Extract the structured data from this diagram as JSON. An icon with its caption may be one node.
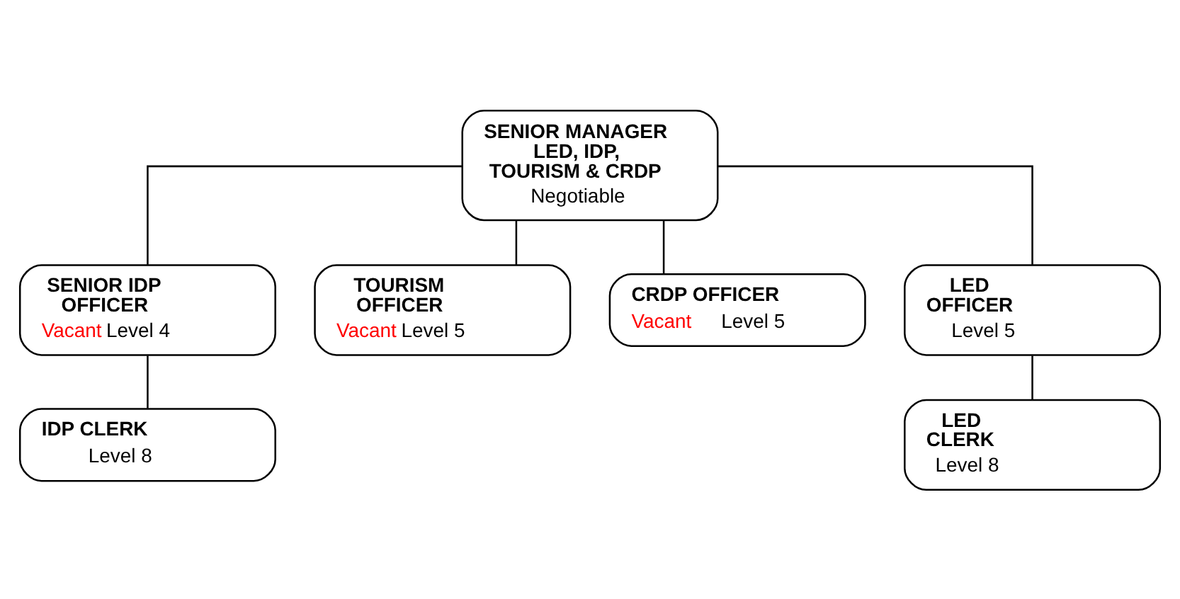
{
  "diagram": {
    "nodes": [
      {
        "text": [
          "SENIOR MANAGER LED, IDP, TOURISM & CRDP",
          "Negotiable"
        ]
      },
      {
        "text": [
          "SENIOR IDP OFFICER",
          "Vacant",
          "Level 4"
        ]
      },
      {
        "text": [
          "TOURISM OFFICER",
          "Vacant",
          "Level 5"
        ]
      },
      {
        "text": [
          "CRDP OFFICER",
          "Vacant",
          "Level 5"
        ]
      },
      {
        "text": [
          "LED OFFICER",
          "Level 5"
        ]
      },
      {
        "text": [
          "IDP CLERK",
          "Level 8"
        ]
      },
      {
        "text": [
          "LED CLERK",
          "Level 8"
        ]
      }
    ],
    "edges": [
      {
        "from": 0,
        "to": 1,
        "arrow": "none"
      },
      {
        "from": 0,
        "to": 2,
        "arrow": "none"
      },
      {
        "from": 0,
        "to": 3,
        "arrow": "none"
      },
      {
        "from": 0,
        "to": 4,
        "arrow": "none"
      },
      {
        "from": 1,
        "to": 5,
        "arrow": "none"
      },
      {
        "from": 4,
        "to": 6,
        "arrow": "none"
      }
    ]
  }
}
